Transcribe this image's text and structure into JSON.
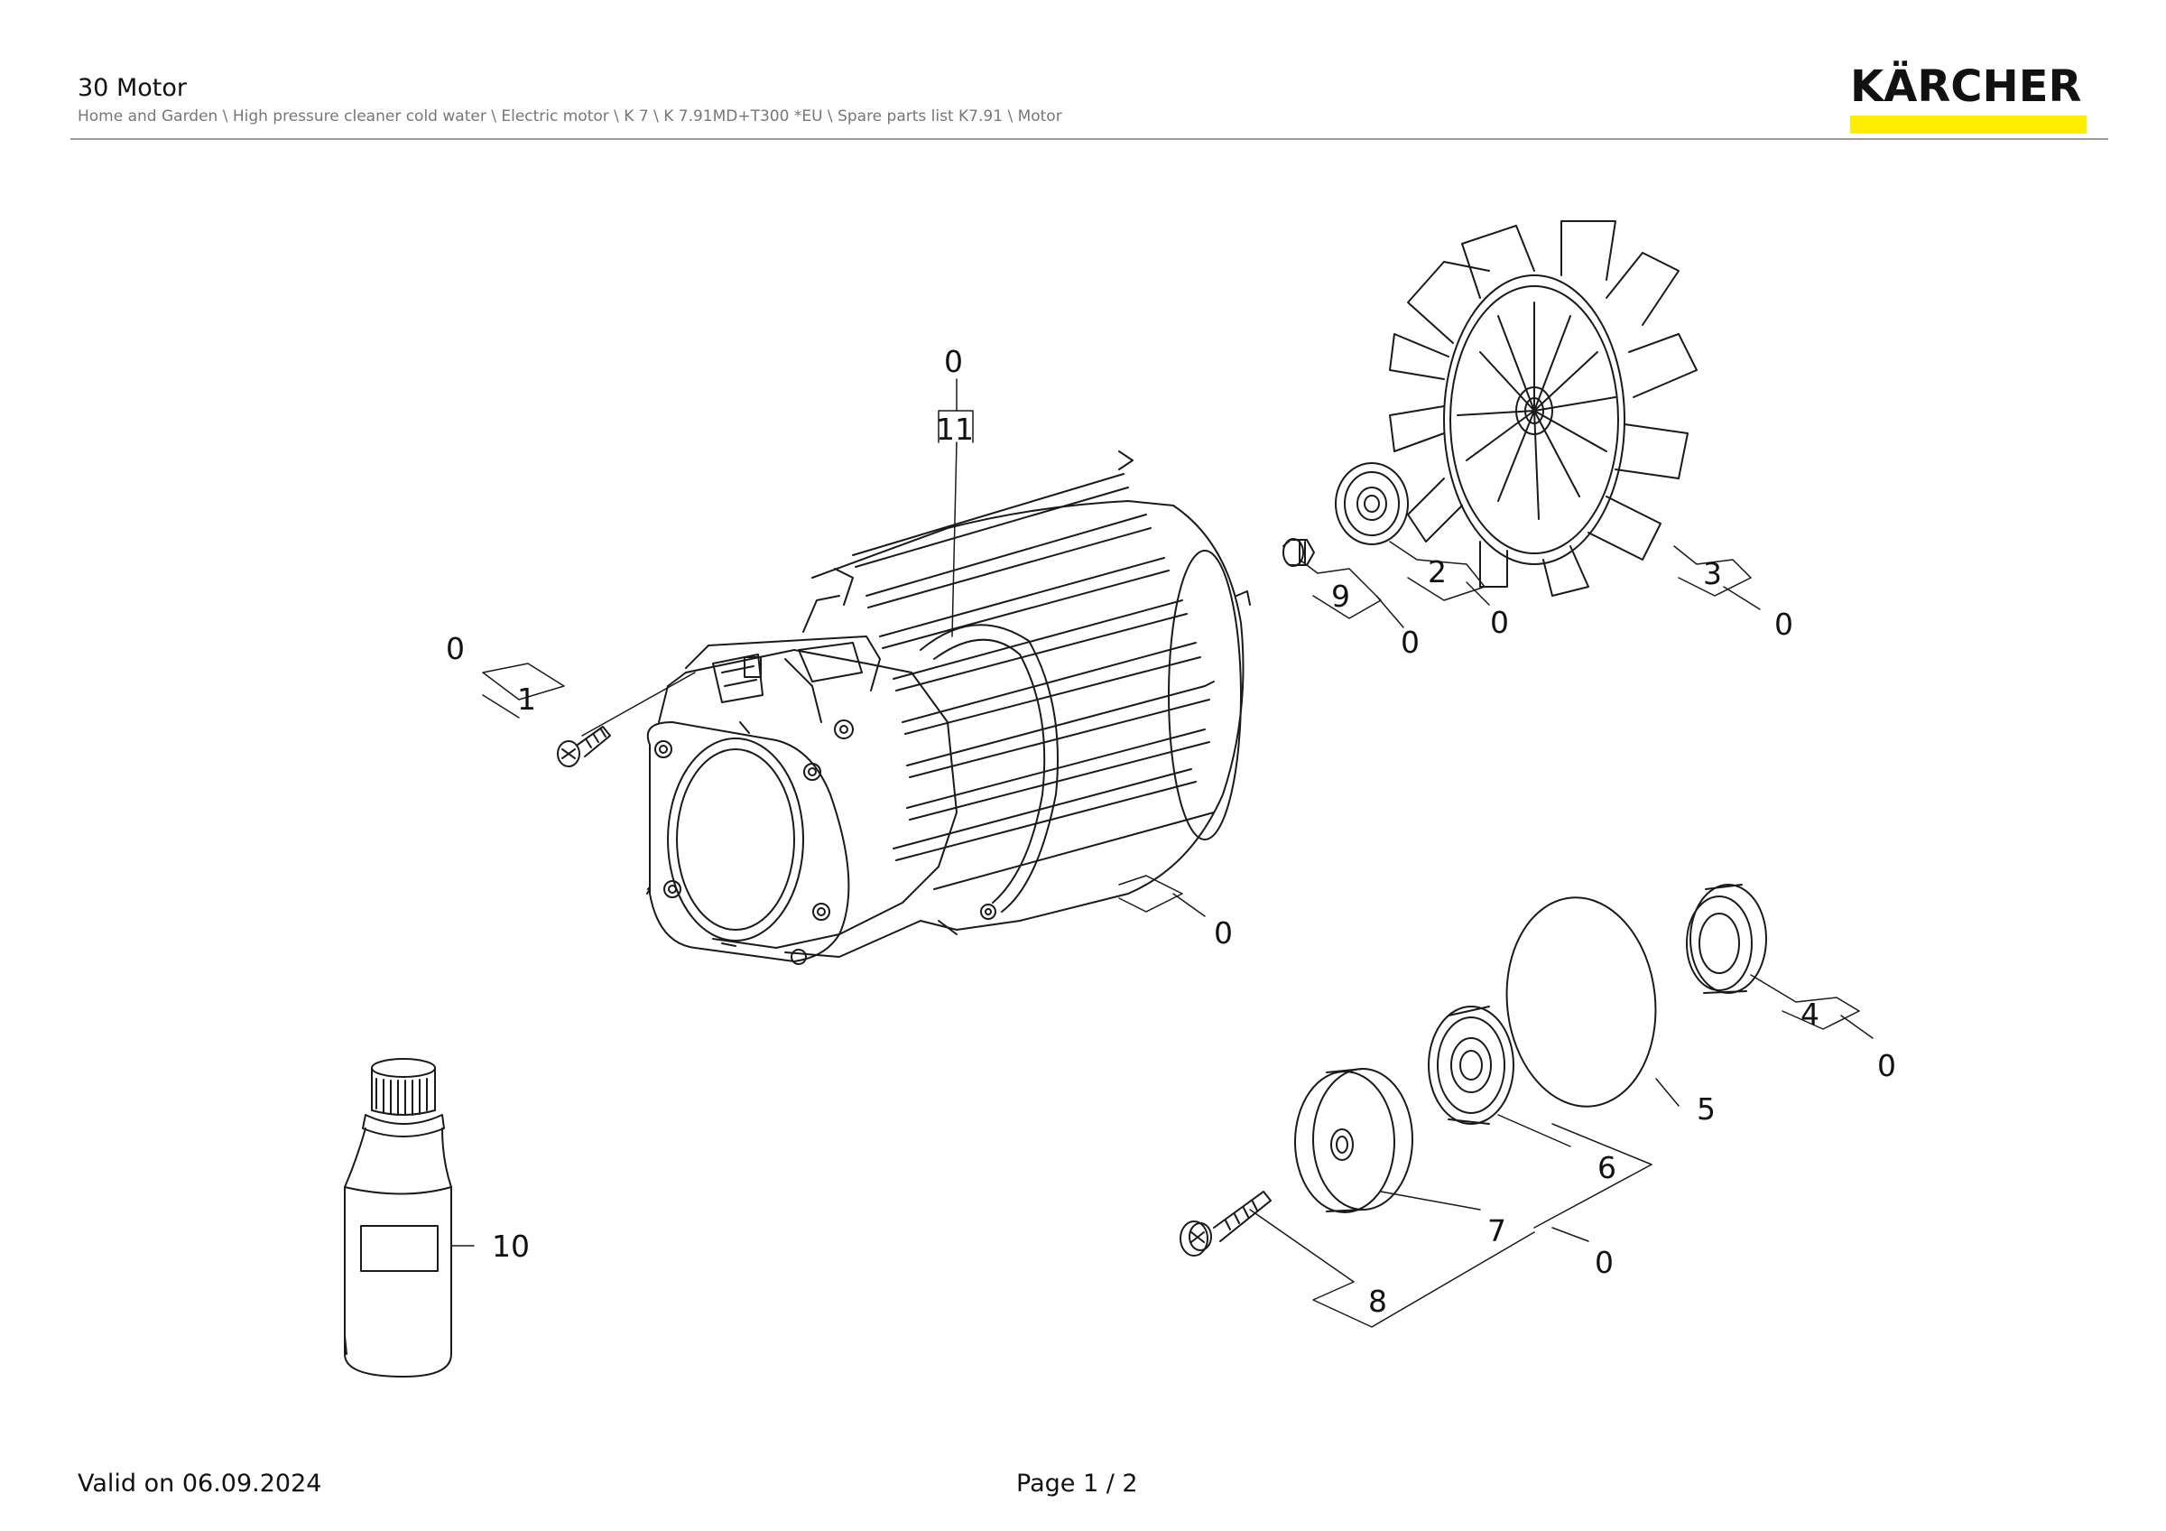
{
  "header": {
    "title": "30 Motor",
    "breadcrumb": "Home and Garden \\ High pressure cleaner cold water \\ Electric motor \\ K 7 \\ K 7.91MD+T300 *EU \\ Spare parts list K7.91 \\ Motor",
    "logo": "KÄRCHER",
    "brand_color": "#ffed00"
  },
  "callouts": {
    "motor_housing_qty": "0",
    "motor_housing_pos": "11",
    "screw_qty": "0",
    "screw_pos": "1",
    "nut_pos": "9",
    "nut_qty": "0",
    "bearing_pos": "2",
    "bearing_qty": "0",
    "fan_pos": "3",
    "fan_qty": "0",
    "housing_bottom_qty": "0",
    "seal_pos": "4",
    "seal_qty": "0",
    "oring_pos": "5",
    "ball_bearing_pos": "6",
    "flange_pos": "7",
    "group_qty": "0",
    "screw2_pos": "8",
    "oil_pos": "10"
  },
  "footer": {
    "valid": "Valid on 06.09.2024",
    "page": "Page 1 / 2"
  }
}
